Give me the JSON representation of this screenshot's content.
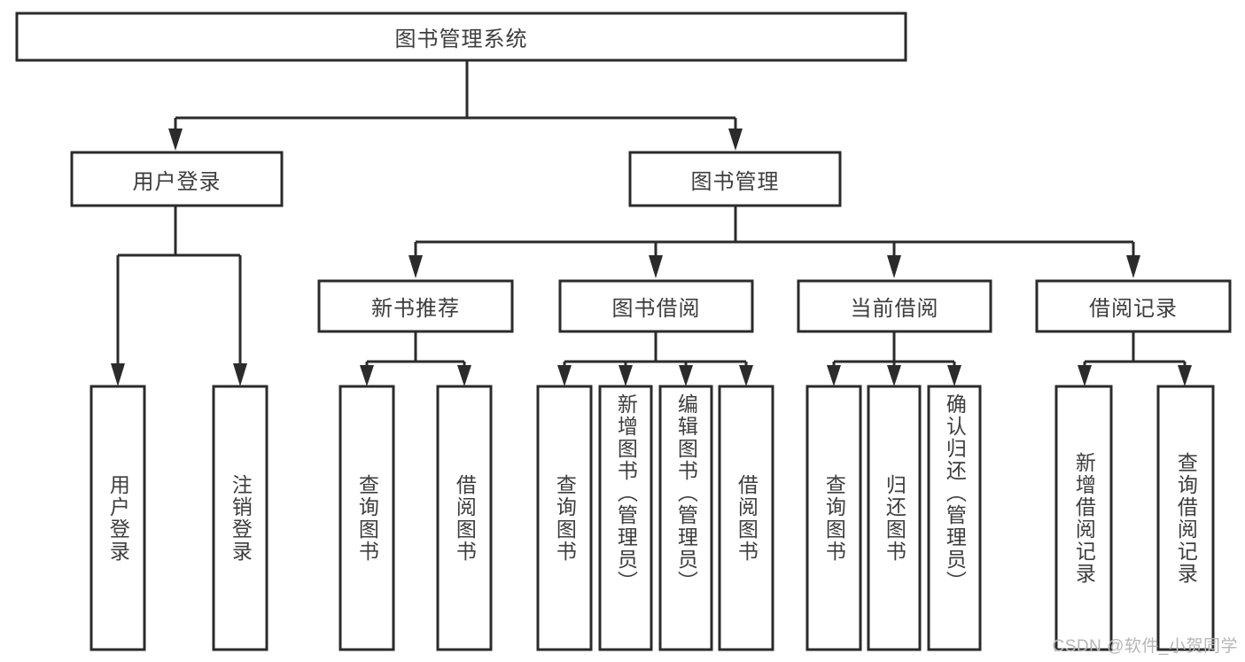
{
  "diagram": {
    "title": "图书管理系统",
    "type": "tree-hierarchy-diagram",
    "colors": {
      "box_stroke": "#2b2b2b",
      "box_fill": "#ffffff",
      "text": "#3d3d3d",
      "connector": "#2b2b2b",
      "watermark": "#b6b6b6",
      "background": "#ffffff"
    },
    "root": {
      "label": "图书管理系统"
    },
    "level2": [
      {
        "label": "用户登录"
      },
      {
        "label": "图书管理"
      }
    ],
    "level3": [
      {
        "label": "新书推荐"
      },
      {
        "label": "图书借阅"
      },
      {
        "label": "当前借阅"
      },
      {
        "label": "借阅记录"
      }
    ],
    "leaves": {
      "user_login": [
        {
          "label": "用户登录"
        },
        {
          "label": "注销登录"
        }
      ],
      "new_book_recommend": [
        {
          "label": "查询图书"
        },
        {
          "label": "借阅图书"
        }
      ],
      "book_borrow": [
        {
          "label": "查询图书"
        },
        {
          "label": "新增图书（管理员）"
        },
        {
          "label": "编辑图书（管理员）"
        },
        {
          "label": "借阅图书"
        }
      ],
      "current_borrow": [
        {
          "label": "查询图书"
        },
        {
          "label": "归还图书"
        },
        {
          "label": "确认归还（管理员）"
        }
      ],
      "borrow_record": [
        {
          "label": "新增借阅记录"
        },
        {
          "label": "查询借阅记录"
        }
      ]
    }
  },
  "watermark": {
    "text": "CSDN @软件_小贺同学"
  }
}
